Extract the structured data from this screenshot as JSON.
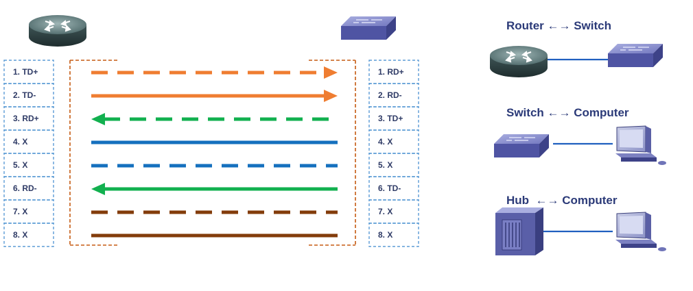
{
  "left_pins": [
    "1. TD+",
    "2. TD-",
    "3. RD+",
    "4. X",
    "5. X",
    "6. RD-",
    "7. X",
    "8. X"
  ],
  "right_pins": [
    "1. RD+",
    "2. RD-",
    "3. TD+",
    "4. X",
    "5. X",
    "6. TD-",
    "7. X",
    "8. X"
  ],
  "wires": [
    {
      "color": "#ef7d31",
      "style": "dashed",
      "arrow": "right"
    },
    {
      "color": "#ef7d31",
      "style": "solid",
      "arrow": "right"
    },
    {
      "color": "#12b04f",
      "style": "dashed",
      "arrow": "left"
    },
    {
      "color": "#1570be",
      "style": "solid",
      "arrow": "none"
    },
    {
      "color": "#1570be",
      "style": "dashed",
      "arrow": "none"
    },
    {
      "color": "#12b04f",
      "style": "solid",
      "arrow": "left"
    },
    {
      "color": "#833c0b",
      "style": "dashed",
      "arrow": "none"
    },
    {
      "color": "#833c0b",
      "style": "solid",
      "arrow": "none"
    }
  ],
  "connections": [
    {
      "title": "Router ←→ Switch",
      "left_device": "router-icon",
      "right_device": "switch-icon"
    },
    {
      "title": "Switch ←→ Computer",
      "left_device": "switch-icon",
      "right_device": "computer-icon"
    },
    {
      "title": "Hub  ←→ Computer",
      "left_device": "hub-icon",
      "right_device": "computer-icon"
    }
  ],
  "colors": {
    "pin_border": "#5b9bd5",
    "connector_border": "#c55a11",
    "link_line": "#1f5fbf"
  }
}
